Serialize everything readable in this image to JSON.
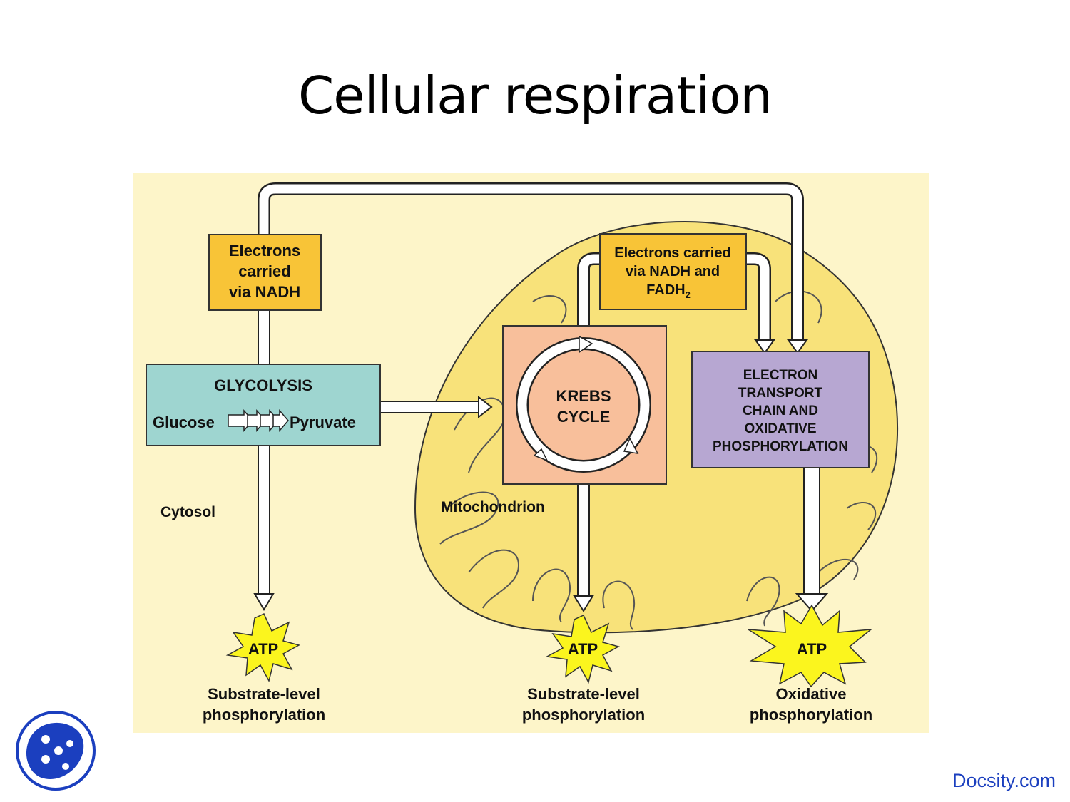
{
  "title": "Cellular respiration",
  "colors": {
    "panel_bg": "#fdf5c9",
    "mitochondrion": "#f8e27a",
    "nadh_box": "#f8c437",
    "glycolysis_box": "#9ed5d0",
    "krebs_box": "#f8bf9b",
    "etc_box": "#b7a7d2",
    "atp_burst": "#fbf51e",
    "watermark": "#1b3fbf"
  },
  "boxes": {
    "electrons_nadh": [
      "Electrons",
      "carried",
      "via NADH"
    ],
    "electrons_nadh_fadh2": [
      "Electrons carried",
      "via NADH and",
      "FADH",
      "2"
    ],
    "glycolysis": {
      "heading": "GLYCOLYSIS",
      "from": "Glucose",
      "to": "Pyruvate"
    },
    "krebs": [
      "KREBS",
      "CYCLE"
    ],
    "etc": [
      "ELECTRON",
      "TRANSPORT",
      "CHAIN AND",
      "OXIDATIVE",
      "PHOSPHORYLATION"
    ]
  },
  "regions": {
    "cytosol": "Cytosol",
    "mitochondrion": "Mitochondrion"
  },
  "atp": [
    {
      "label": "ATP",
      "caption": [
        "Substrate-level",
        "phosphorylation"
      ]
    },
    {
      "label": "ATP",
      "caption": [
        "Substrate-level",
        "phosphorylation"
      ]
    },
    {
      "label": "ATP",
      "caption": [
        "Oxidative",
        "phosphorylation"
      ]
    }
  ],
  "watermark": "Docsity.com",
  "logo_icon": "docsity-logo-icon"
}
